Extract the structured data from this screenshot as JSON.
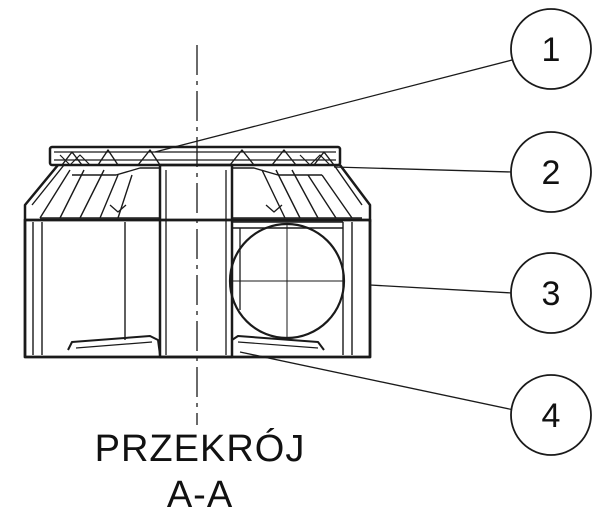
{
  "caption": {
    "line1": "PRZEKRÓJ",
    "line2": "A-A"
  },
  "callouts": [
    {
      "label": "1"
    },
    {
      "label": "2"
    },
    {
      "label": "3"
    },
    {
      "label": "4"
    }
  ],
  "colors": {
    "line": "#1a1a1a",
    "background": "#ffffff"
  }
}
